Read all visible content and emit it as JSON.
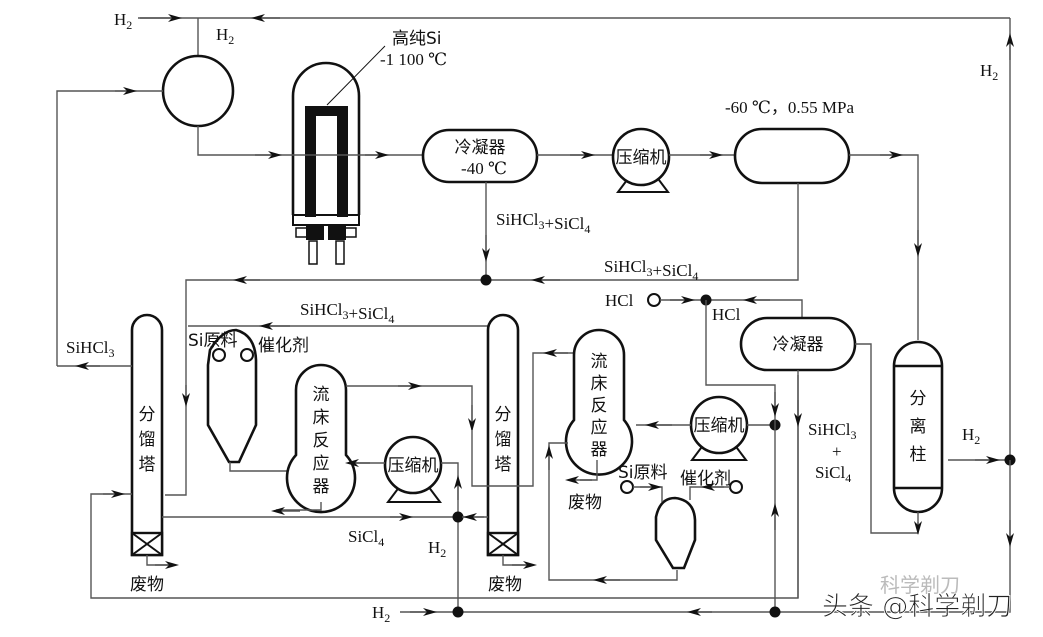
{
  "diagram": {
    "title": "Siemens process flow for high-purity polysilicon production",
    "equipment": {
      "cvd_reactor": {
        "label": "高纯Si",
        "condition": "-1 100 ℃"
      },
      "condenser_1": {
        "label": "冷凝器",
        "condition": "-40 ℃"
      },
      "compressor_1": {
        "label": "压缩机"
      },
      "separator_tank": {
        "condition": "-60 ℃，0.55 MPa"
      },
      "separation_column": {
        "label": "分离柱"
      },
      "condenser_2": {
        "label": "冷凝器"
      },
      "compressor_2": {
        "label": "压缩机"
      },
      "compressor_3": {
        "label": "压缩机"
      },
      "distillation_tower_1": {
        "label": "分馏塔"
      },
      "distillation_tower_2": {
        "label": "分馏塔"
      },
      "fluid_bed_reactor_1": {
        "label": "流床反应器"
      },
      "fluid_bed_reactor_2": {
        "label": "流床反应器"
      }
    },
    "stream_labels": {
      "h2_top_left": "H2",
      "h2_top_branch": "H2",
      "h2_right": "H2",
      "h2_sep_out": "H2",
      "h2_bottom_mid": "H2",
      "h2_bottom": "H2",
      "sihcl3_sicl4_a": "SiHCl3+SiCl4",
      "sihcl3_sicl4_b": "SiHCl3+SiCl4",
      "sihcl3_sicl4_c": "SiHCl3+SiCl4",
      "sihcl3_sicl4_d_top": "SiHCl3",
      "sihcl3_sicl4_d_plus": "+",
      "sihcl3_sicl4_d_bot": "SiCl4",
      "sihcl3_out": "SiHCl3",
      "sicl4": "SiCl4",
      "hcl_in": "HCl",
      "hcl_return": "HCl",
      "si_raw_1": "Si原料",
      "catalyst_1": "催化剂",
      "si_raw_2": "Si原料",
      "catalyst_2": "催化剂",
      "waste_1": "废物",
      "waste_2": "废物",
      "waste_3": "废物"
    },
    "watermark": {
      "text": "头条 @科学剃刀",
      "faded": "科学剃刀"
    }
  }
}
